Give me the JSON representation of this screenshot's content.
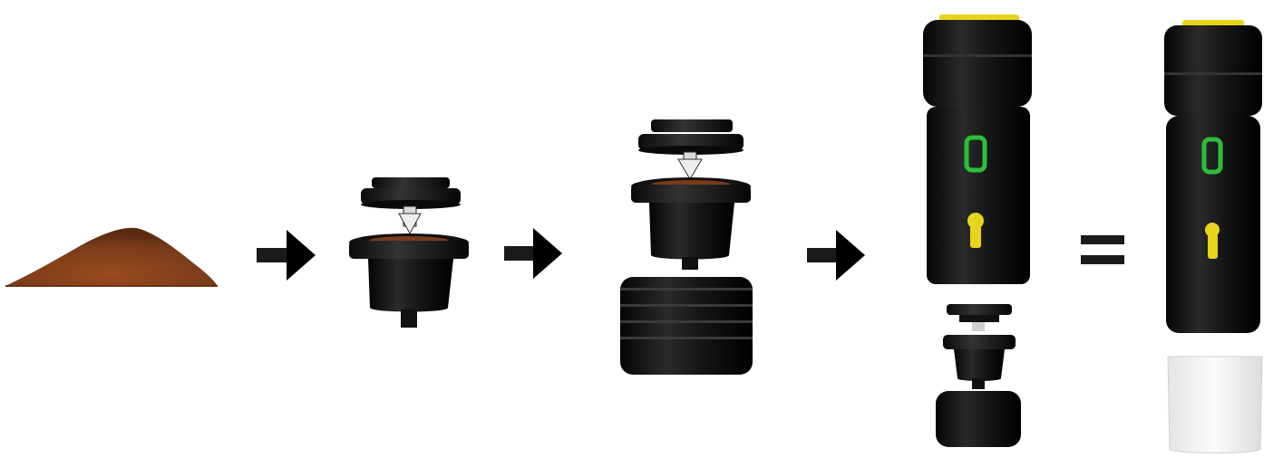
{
  "diagram": {
    "steps": [
      {
        "id": "ground-coffee",
        "icon": "coffee-grounds-pile-icon"
      },
      {
        "id": "capsule-holder-with-grounds",
        "icon": "capsule-holder-icon"
      },
      {
        "id": "capsule-holder-over-base",
        "icon": "capsule-holder-base-icon"
      },
      {
        "id": "espresso-maker-exploded",
        "icon": "espresso-maker-exploded-icon"
      },
      {
        "id": "espresso-maker-assembled",
        "icon": "espresso-maker-assembled-icon"
      }
    ],
    "connectors": [
      "arrow-icon",
      "arrow-icon",
      "arrow-icon",
      "equals-icon"
    ],
    "colors": {
      "coffee": "#7a3b1a",
      "body": "#141414",
      "accent_yellow": "#e8d41c",
      "display_green": "#2bbf3a",
      "arrow": "#1a1a1a",
      "cup": "#f2f2f2"
    }
  }
}
